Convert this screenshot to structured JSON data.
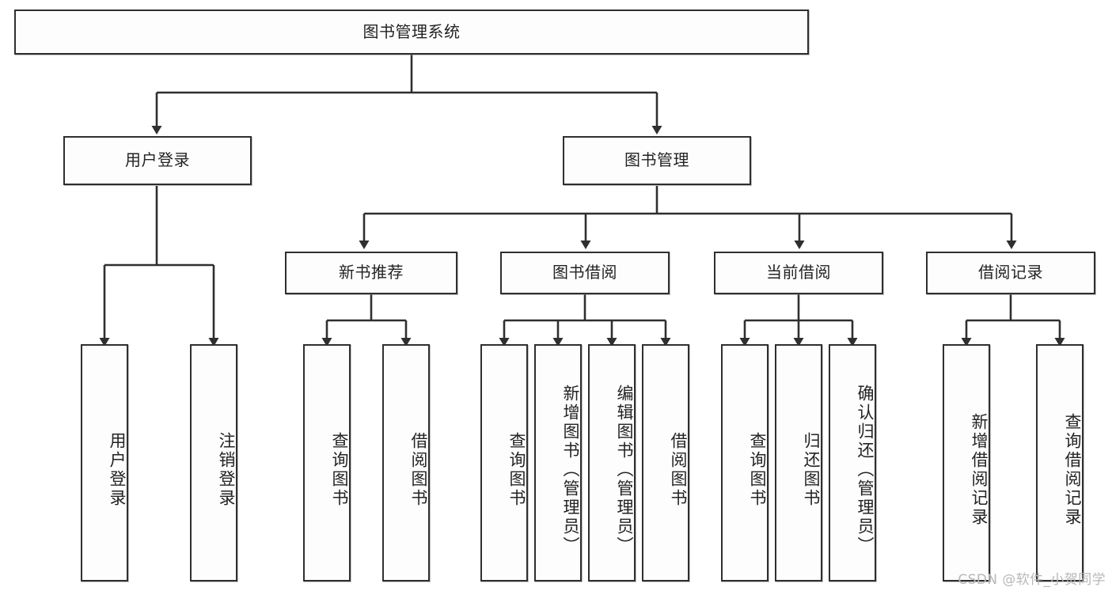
{
  "diagram": {
    "type": "tree-hierarchy",
    "title": "图书管理系统",
    "orientation": "top-down",
    "colors": {
      "box_border": "#2f2f2f",
      "box_fill": "#fdfdfd",
      "connector": "#2f2f2f",
      "watermark": "#b8b8b8"
    },
    "watermark": "CSDN @软件_小贺同学"
  },
  "nodes": {
    "root": {
      "label": "图书管理系统"
    },
    "level2": [
      {
        "id": "user-login",
        "label": "用户登录"
      },
      {
        "id": "book-manage",
        "label": "图书管理"
      }
    ],
    "level3": [
      {
        "id": "new-book-recommend",
        "label": "新书推荐"
      },
      {
        "id": "book-borrow",
        "label": "图书借阅"
      },
      {
        "id": "current-borrow",
        "label": "当前借阅"
      },
      {
        "id": "borrow-record",
        "label": "借阅记录"
      }
    ],
    "leaves": {
      "user-login": [
        {
          "id": "login",
          "label": "用户登录"
        },
        {
          "id": "logout",
          "label": "注销登录"
        }
      ],
      "new-book-recommend": [
        {
          "id": "query-book-1",
          "label": "查询图书"
        },
        {
          "id": "borrow-book-1",
          "label": "借阅图书"
        }
      ],
      "book-borrow": [
        {
          "id": "query-book-2",
          "label": "查询图书"
        },
        {
          "id": "add-book",
          "label": "新增图书（管理员）"
        },
        {
          "id": "edit-book",
          "label": "编辑图书（管理员）"
        },
        {
          "id": "borrow-book-2",
          "label": "借阅图书"
        }
      ],
      "current-borrow": [
        {
          "id": "query-book-3",
          "label": "查询图书"
        },
        {
          "id": "return-book",
          "label": "归还图书"
        },
        {
          "id": "confirm-return",
          "label": "确认归还（管理员）"
        }
      ],
      "borrow-record": [
        {
          "id": "add-record",
          "label": "新增借阅记录"
        },
        {
          "id": "query-record",
          "label": "查询借阅记录"
        }
      ]
    }
  }
}
